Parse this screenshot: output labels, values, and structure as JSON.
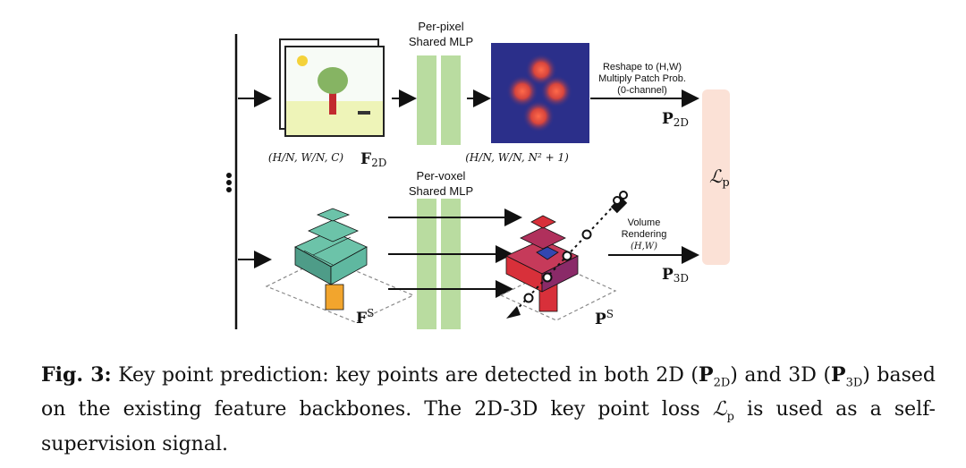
{
  "figure": {
    "mlp_2d_label_line1": "Per-pixel",
    "mlp_2d_label_line2": "Shared MLP",
    "mlp_3d_label_line1": "Per-voxel",
    "mlp_3d_label_line2": "Shared MLP",
    "reshape_line1": "Reshape to (H,W)",
    "reshape_line2": "Multiply Patch Prob.",
    "reshape_line3": "(0-channel)",
    "volume_line1": "Volume",
    "volume_line2": "Rendering",
    "volume_line3": "(H,W)",
    "dim_2d_input": "(H/N, W/N, C)",
    "dim_2d_output": "(H/N, W/N, N² + 1)",
    "f2d_label": "F2D",
    "fs_label": "FS",
    "p2d_label": "P2D",
    "p3d_label": "P3D",
    "ps_label": "PS",
    "loss_label": "Lp",
    "colors": {
      "mlp_green": "#b9dca0",
      "loss_box": "#fbe1d6",
      "heatmap_bg": "#2b2f8a",
      "heatmap_spot": "#e8503c",
      "voxel_teal": "#5fb8a0",
      "voxel_red": "#d8303a",
      "voxel_purple": "#7a2a70"
    }
  },
  "caption": {
    "label": "Fig. 3:",
    "text_a": "Key point prediction: key points are detected in both 2D (",
    "text_b": ") and 3D (",
    "text_c": ") based on the existing feature backbones. The 2D-3D key point loss ",
    "text_d": " is used as a self-supervision signal."
  }
}
